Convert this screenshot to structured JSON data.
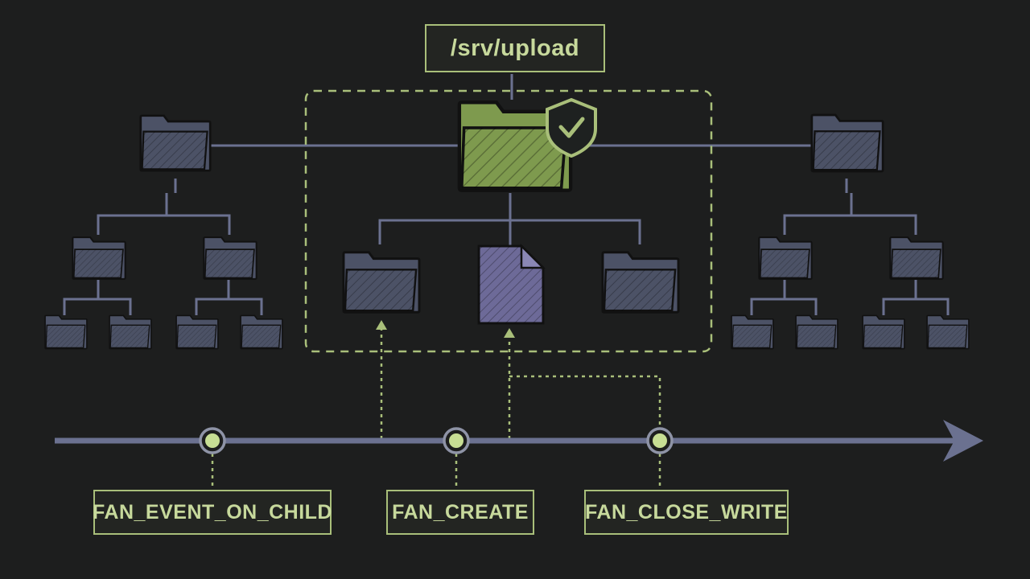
{
  "root_path": "/srv/upload",
  "events": {
    "on_child": "FAN_EVENT_ON_CHILD",
    "create": "FAN_CREATE",
    "close_write": "FAN_CLOSE_WRITE"
  },
  "colors": {
    "background": "#1d1e1e",
    "accent_green": "#a9bf7a",
    "folder_slate": "#4c5266",
    "folder_green": "#7e9a4e",
    "file_purple": "#6d6a98",
    "timeline": "#6b7190"
  },
  "icons": {
    "watched_directory": "folder-icon",
    "protection": "shield-check-icon",
    "new_file": "file-icon",
    "timeline_end": "arrow-head-icon"
  }
}
